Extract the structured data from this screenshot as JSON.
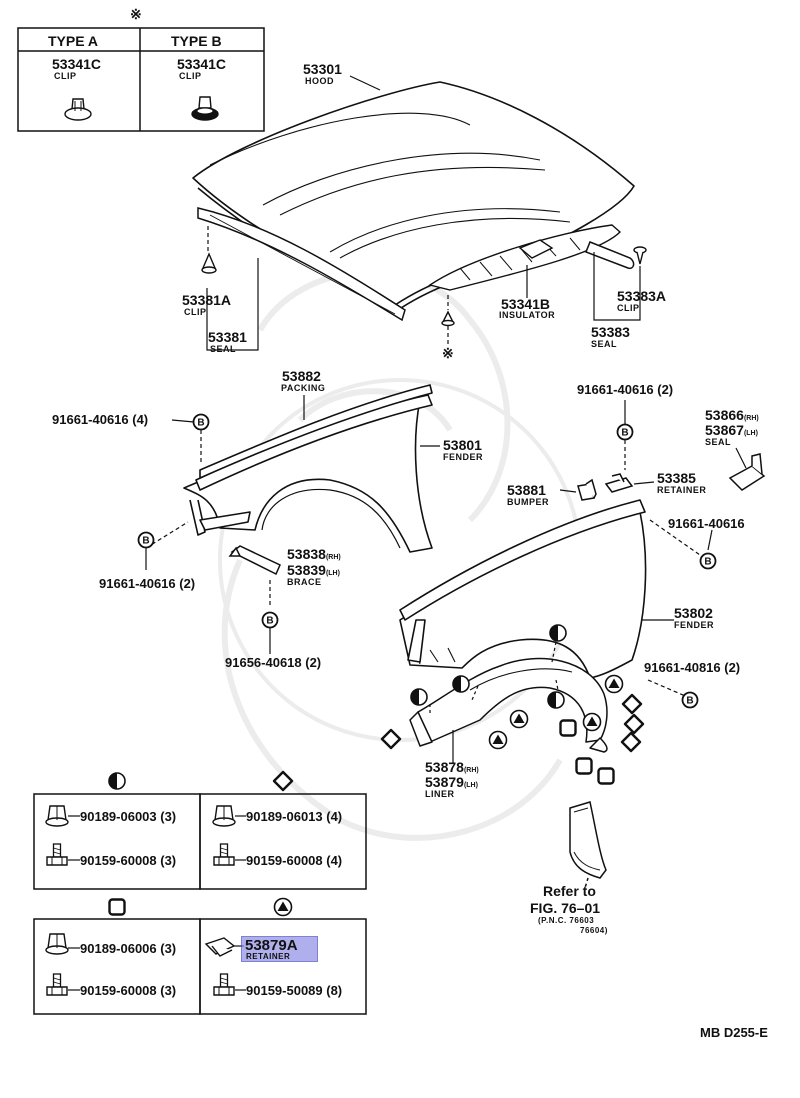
{
  "colors": {
    "ink": "#111111",
    "highlight": "#8e8ee6",
    "watermark": "#e6e6e6"
  },
  "top_mark": "※",
  "type_table": {
    "type_a": {
      "header": "TYPE A",
      "part": "53341C",
      "name": "CLIP"
    },
    "type_b": {
      "header": "TYPE B",
      "part": "53341C",
      "name": "CLIP"
    }
  },
  "parts": {
    "hood": {
      "number": "53301",
      "name": "HOOD"
    },
    "clip_53381a": {
      "number": "53381A",
      "name": "CLIP"
    },
    "seal_53381": {
      "number": "53381",
      "name": "SEAL"
    },
    "insulator": {
      "number": "53341B",
      "name": "INSULATOR"
    },
    "clip_53383a": {
      "number": "53383A",
      "name": "CLIP"
    },
    "seal_53383": {
      "number": "53383",
      "name": "SEAL"
    },
    "asterisk_mark": "※",
    "packing": {
      "number": "53882",
      "name": "PACKING"
    },
    "bolt_left_top": "91661-40616 (4)",
    "fender_left": {
      "number": "53801",
      "name": "FENDER"
    },
    "bolt_left_bottom": "91661-40616 (2)",
    "brace": {
      "number_rh": "53838",
      "suffix_rh": "(RH)",
      "number_lh": "53839",
      "suffix_lh": "(LH)",
      "name": "BRACE"
    },
    "bolt_brace": "91656-40618 (2)",
    "bolt_right_top": "91661-40616 (2)",
    "seal_right": {
      "number_rh": "53866",
      "suffix_rh": "(RH)",
      "number_lh": "53867",
      "suffix_lh": "(LH)",
      "name": "SEAL"
    },
    "bumper": {
      "number": "53881",
      "name": "BUMPER"
    },
    "retainer_53385": {
      "number": "53385",
      "name": "RETAINER"
    },
    "bolt_right_mid": "91661-40616",
    "fender_right": {
      "number": "53802",
      "name": "FENDER"
    },
    "bolt_right_bottom": "91661-40816 (2)",
    "liner": {
      "number_rh": "53878",
      "suffix_rh": "(RH)",
      "number_lh": "53879",
      "suffix_lh": "(LH)",
      "name": "LINER"
    },
    "refer": {
      "line1": "Refer to",
      "line2": "FIG. 76–01",
      "line3": "(P.N.C. 76603",
      "line4": "76604)"
    }
  },
  "fastener_boxes": {
    "half_circle": {
      "row1": "90189-06003 (3)",
      "row2": "90159-60008 (3)"
    },
    "diamond": {
      "row1": "90189-06013 (4)",
      "row2": "90159-60008 (4)"
    },
    "square": {
      "row1": "90189-06006 (3)",
      "row2": "90159-60008 (3)"
    },
    "triangle": {
      "part": "53879A",
      "name": "RETAINER",
      "row2": "90159-50089 (8)"
    }
  },
  "diagram_code": "MB D255-E",
  "icons": [
    "half-circle-marker-icon",
    "diamond-marker-icon",
    "square-marker-icon",
    "triangle-marker-icon",
    "bolt-b-marker-icon",
    "clip-icon",
    "bolt-icon",
    "nut-icon"
  ]
}
